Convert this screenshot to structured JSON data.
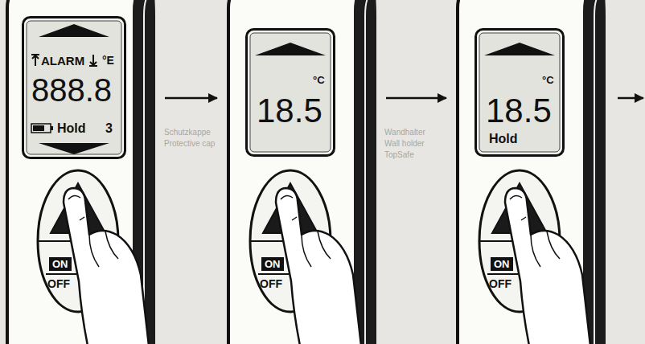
{
  "diagram": {
    "nodes": [
      {
        "text": [
          "ON",
          "OFF"
        ]
      },
      {
        "text": [
          "ALARM",
          "°E",
          "888.8",
          "Hold",
          "3"
        ],
        "in": 0
      },
      {
        "text": [
          "ON",
          "OFF"
        ]
      },
      {
        "text": [
          "°C",
          "18.5"
        ],
        "in": 2
      },
      {
        "text": [
          "ON",
          "OFF"
        ]
      },
      {
        "text": [
          "°C",
          "18.5",
          "Hold"
        ],
        "in": 4
      }
    ],
    "edges": [
      {
        "from": 0,
        "to": 2,
        "arrow": "to"
      },
      {
        "from": 2,
        "to": 4,
        "arrow": "to"
      }
    ],
    "labels": [
      "Schutzkappe",
      "Protective cap",
      "Wandhalter",
      "Wall holder",
      "TopSafe"
    ]
  }
}
